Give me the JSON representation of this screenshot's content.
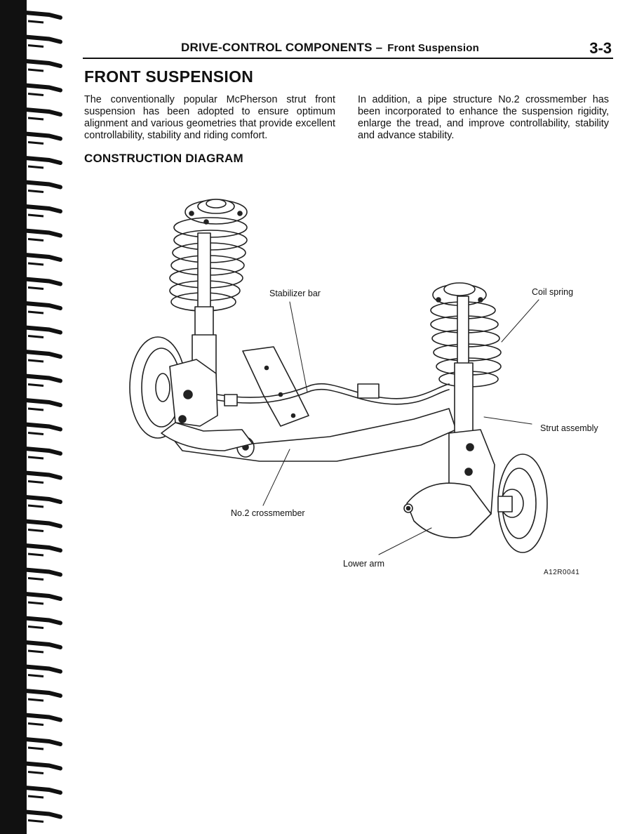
{
  "header": {
    "section": "DRIVE-CONTROL COMPONENTS –",
    "subsection": "Front Suspension",
    "page_number": "3-3"
  },
  "title": "FRONT SUSPENSION",
  "paragraphs": {
    "left": "The conventionally popular McPherson strut front suspension has been adopted to ensure optimum alignment and various geometries that provide excellent controllability, stability and riding comfort.",
    "right": "In addition, a pipe structure No.2 crossmember has been incorporated to enhance the suspension rigidity, enlarge the tread, and improve controllability, stability and advance stability."
  },
  "diagram": {
    "heading": "CONSTRUCTION DIAGRAM",
    "labels": {
      "stabilizer_bar": "Stabilizer bar",
      "coil_spring": "Coil spring",
      "strut_assembly": "Strut assembly",
      "crossmember": "No.2 crossmember",
      "lower_arm": "Lower arm"
    },
    "figure_code": "A12R0041"
  }
}
